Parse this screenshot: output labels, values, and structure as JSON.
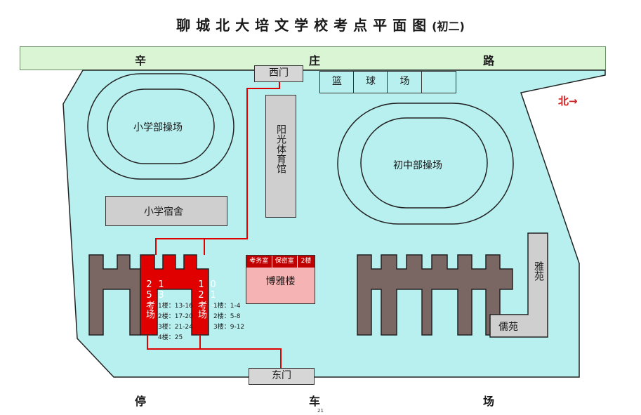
{
  "title": {
    "main": "聊城北大培文学校考点平面图",
    "grade": "(初二)"
  },
  "roads": {
    "top": [
      "辛",
      "庄",
      "路"
    ],
    "bottom": [
      "停",
      "车",
      "场"
    ]
  },
  "north": "北→",
  "gates": {
    "west": "西门",
    "east": "东门"
  },
  "basketball": [
    "篮",
    "球",
    "场",
    ""
  ],
  "buildings": {
    "primary_field": "小学部操场",
    "junior_field": "初中部操场",
    "gym": "阳光体育馆",
    "primary_dorm": "小学宿舍",
    "boya": {
      "name": "博雅楼",
      "tabs": [
        "考务室",
        "保密室",
        "2楼"
      ]
    },
    "ya": "雅苑",
    "ru": "儒苑"
  },
  "exam_halls": [
    {
      "label": "13-25考场",
      "floors": [
        "1楼：13-16",
        "2楼：17-20",
        "3楼：21-24",
        "4楼：25"
      ]
    },
    {
      "label": "01-12考场",
      "floors": [
        "1楼：1-4",
        "2楼：5-8",
        "3楼：9-12"
      ]
    }
  ],
  "page_number": "21",
  "colors": {
    "campus": "#b8f0f0",
    "road": "#d9f5d3",
    "exam": "#e00000",
    "building": "#7a6663",
    "boya": "#f6b3b3"
  }
}
